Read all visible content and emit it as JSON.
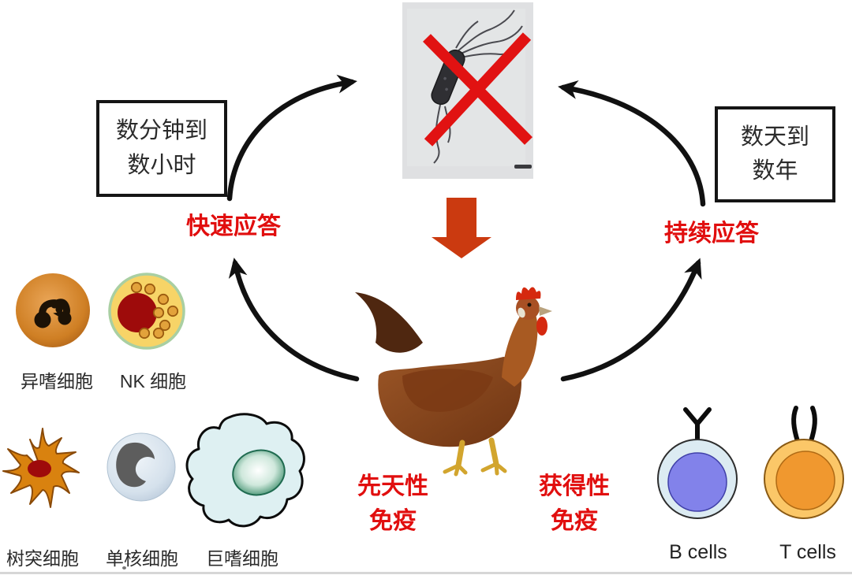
{
  "labels": {
    "left_time": {
      "line1": "数分钟到",
      "line2": "数小时"
    },
    "right_time": {
      "line1": "数天到",
      "line2": "数年"
    },
    "rapid_response": "快速应答",
    "sustained_response": "持续应答",
    "innate": {
      "line1": "先天性",
      "line2": "免疫"
    },
    "adaptive": {
      "line1": "获得性",
      "line2": "免疫"
    }
  },
  "cells": {
    "innate_top": [
      {
        "label": "异嗜细胞",
        "icon": "heterophil-icon"
      },
      {
        "label": "NK 细胞",
        "icon": "nk-cell-icon"
      }
    ],
    "innate_bottom": [
      {
        "label": "树突细胞",
        "icon": "dendritic-cell-icon"
      },
      {
        "label": "单核细胞",
        "icon": "monocyte-icon"
      },
      {
        "label": "巨嗜细胞",
        "icon": "macrophage-icon"
      }
    ],
    "adaptive": [
      {
        "label": "B cells",
        "icon": "b-cell-icon"
      },
      {
        "label": "T cells",
        "icon": "t-cell-icon"
      }
    ]
  },
  "icons": {
    "pathogen": "bacterium-crossed-out-icon",
    "center_animal": "chicken-icon",
    "down_arrow": "red-block-down-arrow-icon"
  },
  "colors": {
    "red_text": "#e10e0e",
    "cross_red": "#e11212",
    "block_arrow": "#cb3a10",
    "arrow_black": "#111111",
    "panel_bg": "#dfe0e2"
  }
}
